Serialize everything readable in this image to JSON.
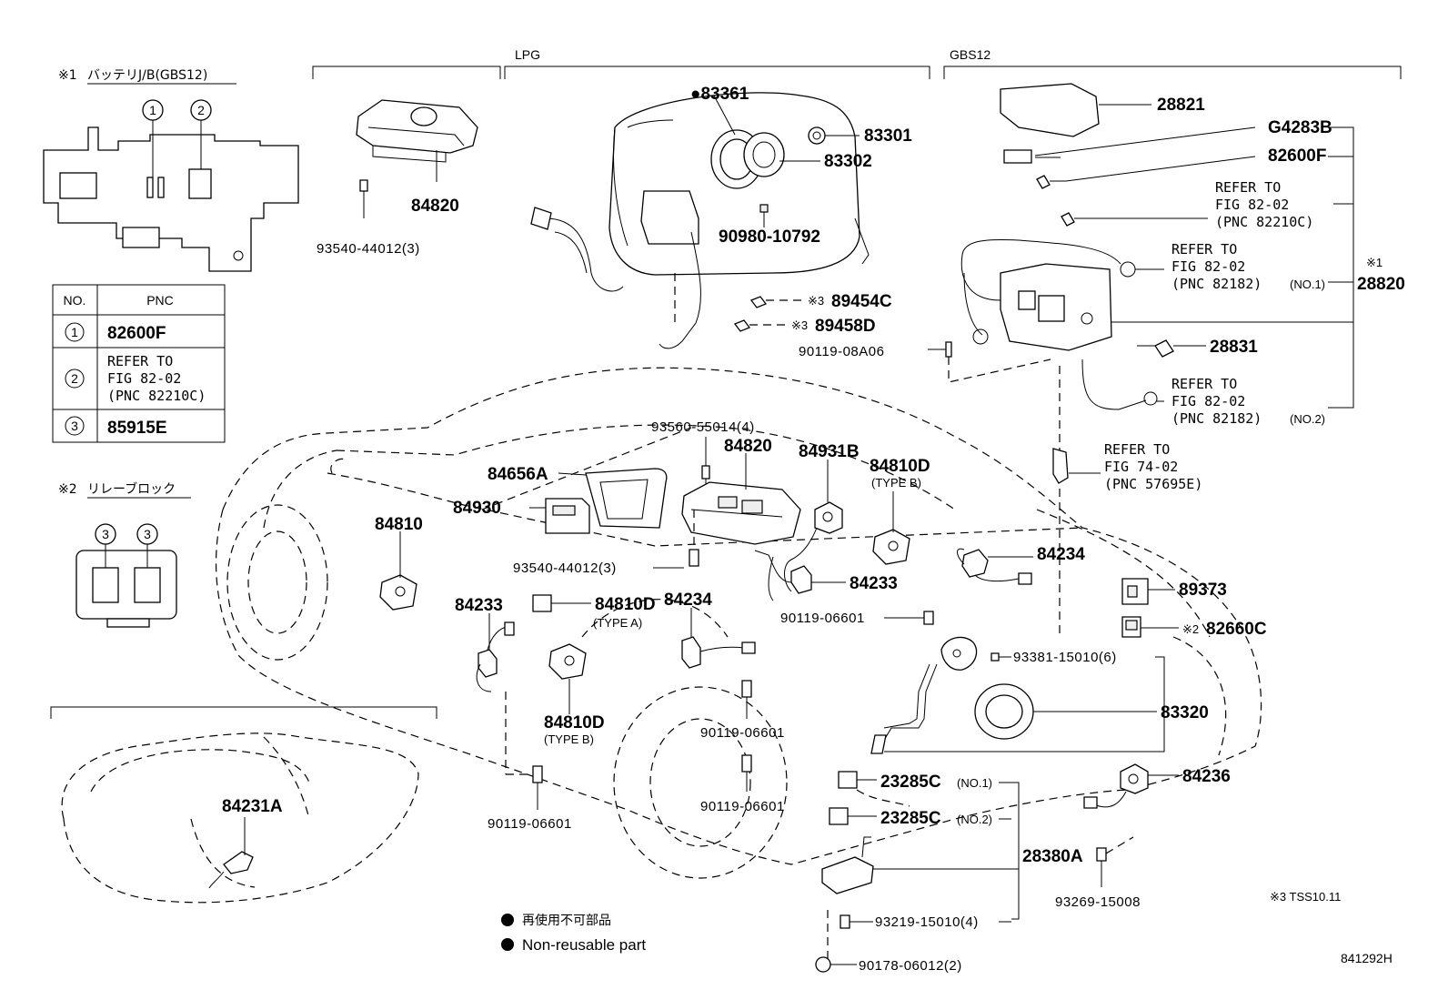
{
  "sections": {
    "lpg": "LPG",
    "gbs12": "GBS12",
    "battery_jb": {
      "mark": "※1",
      "title": "バッテリJ/B(GBS12)"
    },
    "relay_block": {
      "mark": "※2",
      "title": "リレーブロック"
    }
  },
  "circles": {
    "c1": "1",
    "c2": "2",
    "c3": "3"
  },
  "table": {
    "headers": [
      "NO.",
      "PNC"
    ],
    "rows": [
      {
        "no": "1",
        "pnc": [
          "82600F"
        ]
      },
      {
        "no": "2",
        "pnc": [
          "REFER TO",
          "FIG 82-02",
          "(PNC 82210C)"
        ]
      },
      {
        "no": "3",
        "pnc": [
          "85915E"
        ]
      }
    ]
  },
  "labels": {
    "p83361": "●83361",
    "p83301": "83301",
    "p83302": "83302",
    "p9098010792": "90980-10792",
    "p84820_top": "84820",
    "p9354044012_top": "93540-44012(3)",
    "mark3": "※3",
    "p89454C": "89454C",
    "p89458D": "89458D",
    "p28821": "28821",
    "pG4283B": "G4283B",
    "p82600F": "82600F",
    "ref_82210C": [
      "REFER TO",
      "FIG 82-02",
      "(PNC 82210C)"
    ],
    "ref_82182_no1": [
      "REFER TO",
      "FIG 82-02",
      "(PNC 82182)"
    ],
    "no1": "(NO.1)",
    "mark1": "※1",
    "p28820": "28820",
    "p9011908A06": "90119-08A06",
    "p28831": "28831",
    "ref_82182_no2": [
      "REFER TO",
      "FIG 82-02",
      "(PNC 82182)"
    ],
    "no2": "(NO.2)",
    "ref_57695E": [
      "REFER TO",
      "FIG 74-02",
      "(PNC 57695E)"
    ],
    "p9356055014": "93560-55014(4)",
    "p84820_mid": "84820",
    "p84931B": "84931B",
    "p84810D_b1": "84810D",
    "typeB_1": "(TYPE B)",
    "p84656A": "84656A",
    "p84930": "84930",
    "p84810": "84810",
    "p9354044012_mid": "93540-44012(3)",
    "p84234_left": "84234",
    "p84234_right": "84234",
    "p84233_right": "84233",
    "p84233_left": "84233",
    "p84810D_a": "84810D",
    "typeA": "(TYPE A)",
    "p9011906601_a": "90119-06601",
    "p89373": "89373",
    "mark2": "※2",
    "p82660C": "82660C",
    "p9338115010": "93381-15010(6)",
    "p83320": "83320",
    "p84810D_b2": "84810D",
    "typeB_2": "(TYPE B)",
    "p9011906601_b": "90119-06601",
    "p9011906601_c": "90119-06601",
    "p9011906601_d": "90119-06601",
    "p84236": "84236",
    "p23285C_1": "23285C",
    "no1b": "(NO.1)",
    "p23285C_2": "23285C",
    "no2b": "(NO.2)",
    "p28380A": "28380A",
    "p84231A": "84231A",
    "p9321915010": "93219-15010(4)",
    "p9326915008": "93269-15008",
    "p9017806012": "90178-06012(2)",
    "tss": "※3  TSS10.11",
    "fig_code": "841292H"
  },
  "legend": {
    "jp": "再使用不可部品",
    "en": "Non-reusable part"
  }
}
